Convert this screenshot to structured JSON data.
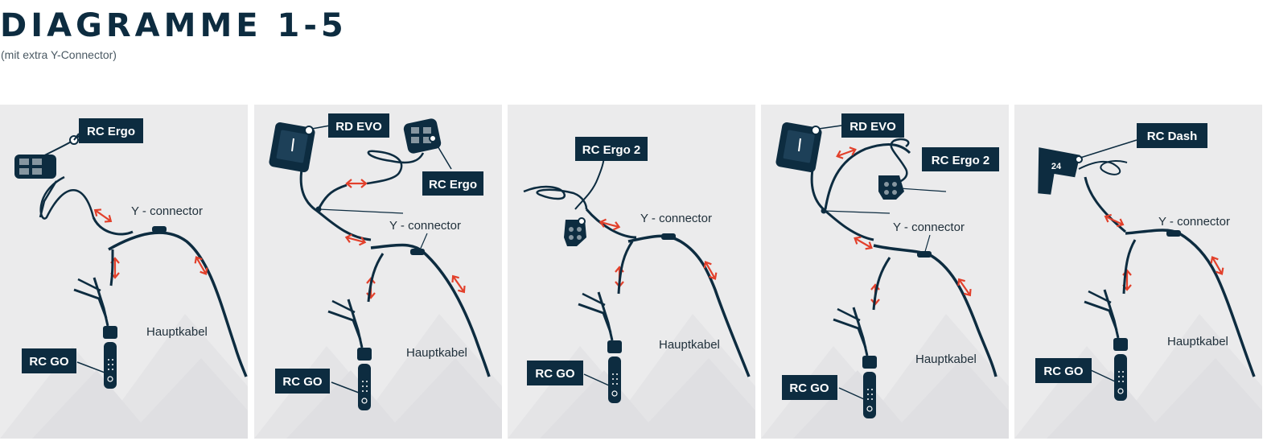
{
  "title": "DIAGRAMME 1-5",
  "subtitle": "(mit extra Y-Connector)",
  "colors": {
    "panel_bg": "#ebebec",
    "cable": "#0d2c40",
    "label_bg": "#0d2c40",
    "label_text": "#ffffff",
    "arrow": "#e2402b"
  },
  "icons": [
    "rc-ergo-remote-icon",
    "rd-evo-display-icon",
    "rc-ergo-2-remote-icon",
    "rc-dash-remote-icon",
    "rc-go-remote-icon",
    "y-connector-icon",
    "connection-arrow-icon"
  ],
  "panels": [
    {
      "remote_label": "RC  Ergo",
      "y_connector_label": "Y - connector",
      "main_cable_label": "Hauptkabel",
      "rc_go_label": "RC GO"
    },
    {
      "display_label": "RD  EVO",
      "remote_label": "RC  Ergo",
      "y_connector_label": "Y - connector",
      "main_cable_label": "Hauptkabel",
      "rc_go_label": "RC GO"
    },
    {
      "remote_label": "RC  Ergo 2",
      "y_connector_label": "Y - connector",
      "main_cable_label": "Hauptkabel",
      "rc_go_label": "RC GO"
    },
    {
      "display_label": "RD  EVO",
      "remote_label": "RC  Ergo 2",
      "y_connector_label": "Y - connector",
      "main_cable_label": "Hauptkabel",
      "rc_go_label": "RC GO"
    },
    {
      "remote_label": "RC  Dash",
      "y_connector_label": "Y - connector",
      "main_cable_label": "Hauptkabel",
      "rc_go_label": "RC GO"
    }
  ]
}
